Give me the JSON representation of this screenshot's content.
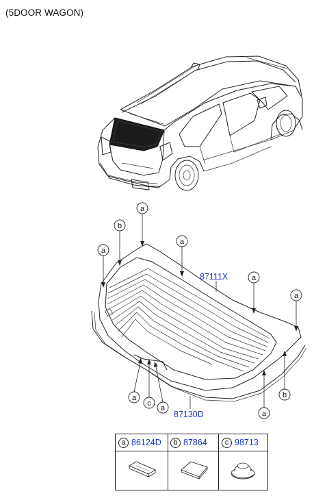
{
  "title": "(5DOOR WAGON)",
  "part_numbers": {
    "glass": "87111X",
    "molding": "87130D"
  },
  "callouts": [
    "a",
    "b",
    "a",
    "a",
    "a",
    "a",
    "a",
    "c",
    "a",
    "b",
    "a"
  ],
  "parts_table": [
    {
      "letter": "a",
      "part": "86124D"
    },
    {
      "letter": "b",
      "part": "87864"
    },
    {
      "letter": "c",
      "part": "98713"
    }
  ]
}
